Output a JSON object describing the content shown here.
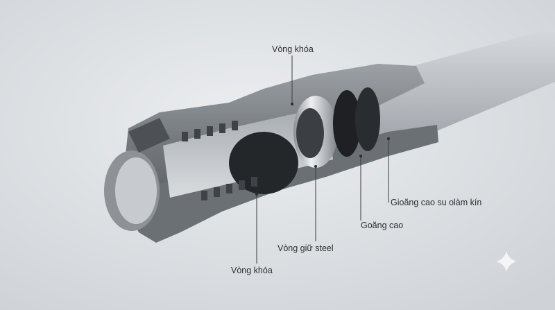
{
  "labels": {
    "lock_ring_top": "Vòng khóa",
    "lock_ring_bottom": "Vòng khóa",
    "steel_ring": "Vòng giữ steel",
    "gasket": "Goăng cao",
    "rubber_seal": "Gioăng cao su olàm kín"
  },
  "colors": {
    "background": "#dfe2e5",
    "pipe": "#b4b8bd",
    "fitting_body": "#7c8186",
    "seal": "#1e2023",
    "steel": "#c9ccd0"
  },
  "icons": {
    "watermark": "sparkle-icon"
  }
}
